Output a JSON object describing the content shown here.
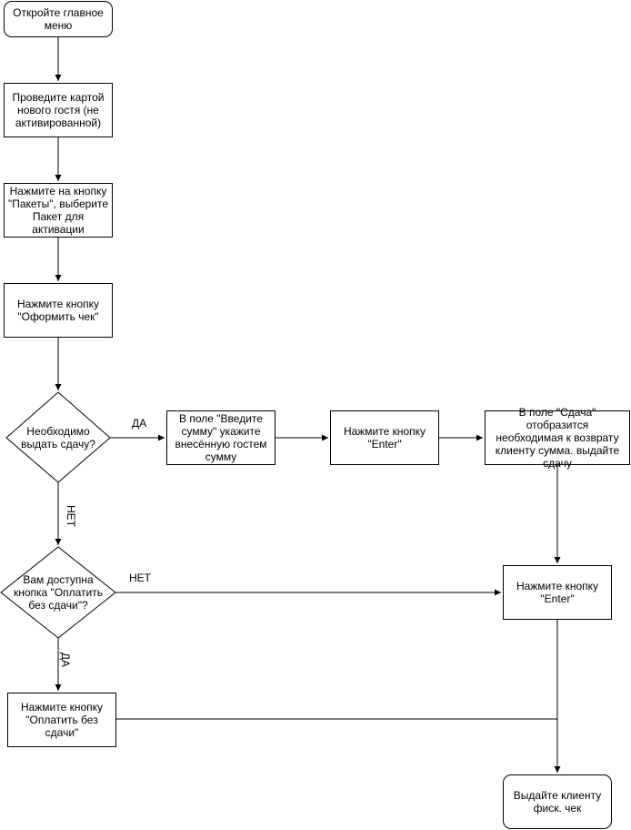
{
  "nodes": {
    "n1": "Откройте главное\nменю",
    "n2": "Проведите картой\nнового гостя (не\nактивированной)",
    "n3": "Нажмите на кнопку\n\"Пакеты\", выберите\nПакет для активации",
    "n4": "Нажмите кнопку\n\"Оформить чек\"",
    "d1": "Необходимо\nвыдать сдачу?",
    "n5": "В поле \"Введите\nсумму\" укажите\nвнесённую гостем\nсумму",
    "n6": "Нажмите кнопку\n\"Enter\"",
    "n7": "В поле \"Сдача\" отобразится\nнеобходимая к возврату\nклиенту сумма. выдайте\nсдачу",
    "d2": "Вам доступна\nкнопка \"Оплатить\nбез сдачи\"?",
    "n8": "Нажмите кнопку\n\"Enter\"",
    "n9": "Нажмите кнопку\n\"Оплатить без\nсдачи\"",
    "n10": "Выдайте клиенту\nфиск. чек"
  },
  "edge_labels": {
    "d1_yes": "ДА",
    "d1_no": "НЕТ",
    "d2_no": "НЕТ",
    "d2_yes": "ДА"
  }
}
